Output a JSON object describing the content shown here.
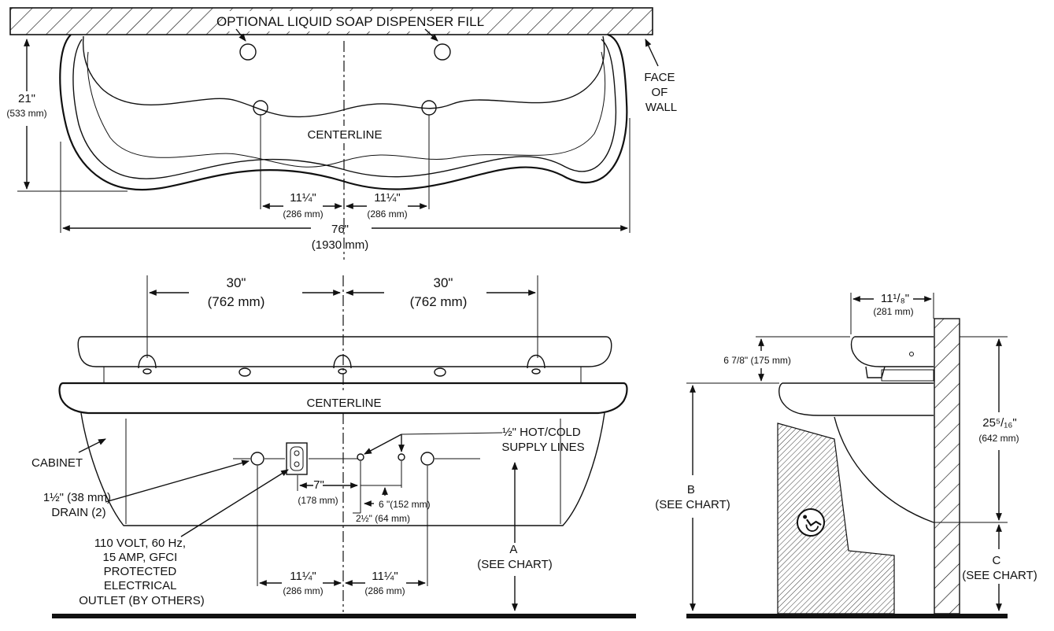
{
  "top_view": {
    "soap_fill": "OPTIONAL LIQUID SOAP DISPENSER FILL",
    "face_of_wall": [
      "FACE",
      "OF",
      "WALL"
    ],
    "depth": "21\"",
    "depth_mm": "(533 mm)",
    "centerline": "CENTERLINE",
    "left_spacing": "11¼\"",
    "left_spacing_mm": "(286 mm)",
    "right_spacing": "11¼\"",
    "right_spacing_mm": "(286 mm)",
    "overall_width": "76\"",
    "overall_width_mm": "(1930 mm)"
  },
  "front_view": {
    "left_span": "30\"",
    "left_span_mm": "(762 mm)",
    "right_span": "30\"",
    "right_span_mm": "(762 mm)",
    "centerline": "CENTERLINE",
    "cabinet": "CABINET",
    "drain": [
      "1½\" (38 mm)",
      "DRAIN (2)"
    ],
    "outlet": [
      "110 VOLT, 60 Hz,",
      "15 AMP, GFCI",
      "PROTECTED",
      "ELECTRICAL",
      "OUTLET (BY OTHERS)"
    ],
    "supply_lines": [
      "½\" HOT/COLD",
      "SUPPLY LINES"
    ],
    "dim_7": "7\"",
    "dim_7_mm": "(178 mm)",
    "dim_6": "6 \"(152 mm)",
    "dim_2half": "2½\" (64 mm)",
    "see_chart_a": [
      "A",
      "(SEE CHART)"
    ],
    "bottom_left": "11¼\"",
    "bottom_left_mm": "(286 mm)",
    "bottom_right": "11¼\"",
    "bottom_right_mm": "(286 mm)"
  },
  "side_view": {
    "width": "11¹/₈\"",
    "width_mm": "(281 mm)",
    "rise": "6 7/8\" (175 mm)",
    "height": "25⁵/₁₆\"",
    "height_mm": "(642 mm)",
    "see_chart_b": [
      "B",
      "(SEE CHART)"
    ],
    "see_chart_c": [
      "C",
      "(SEE CHART)"
    ]
  }
}
